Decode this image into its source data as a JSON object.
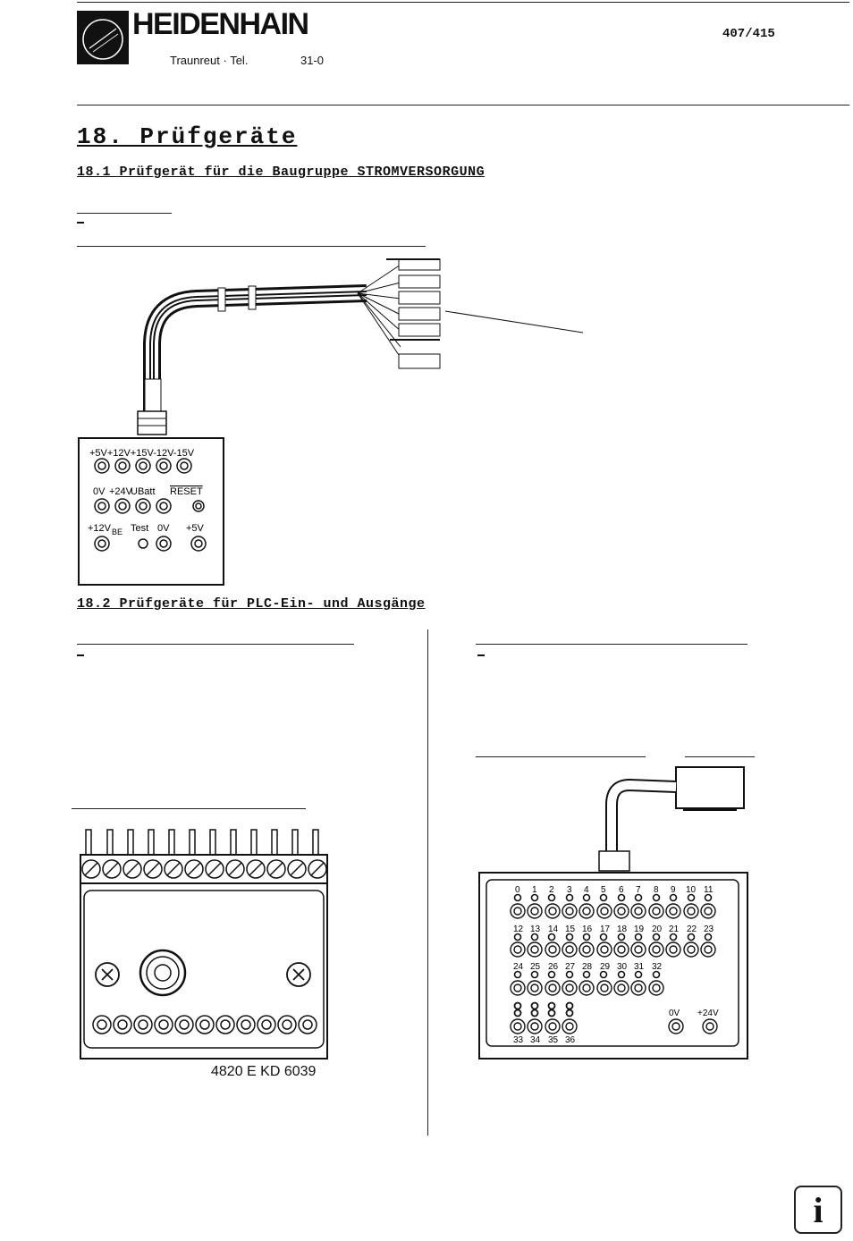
{
  "header": {
    "brand": "HEIDENHAIN",
    "location": "Traunreut · Tel.",
    "phone_suffix": "31-0",
    "doc_number": "407/415"
  },
  "section": {
    "title": "18. Prüfgeräte"
  },
  "subsection_1": {
    "title": "18.1 Prüfgerät für die Baugruppe STROMVERSORGUNG"
  },
  "power_tester": {
    "row1_labels": "+5V+12V+15V-12V-15V",
    "row2_labels": [
      "0V",
      "+24V",
      "UBatt",
      "RESET"
    ],
    "row3_labels": [
      "+12V",
      "BE",
      "Test",
      "0V",
      "+5V"
    ]
  },
  "subsection_2": {
    "title": "18.2 Prüfgeräte für PLC-Ein- und Ausgänge"
  },
  "plc_left": {
    "part_number": "4820 E KD 6039"
  },
  "plc_right": {
    "row1": [
      "0",
      "1",
      "2",
      "3",
      "4",
      "5",
      "6",
      "7",
      "8",
      "9",
      "10",
      "11"
    ],
    "row2": [
      "12",
      "13",
      "14",
      "15",
      "16",
      "17",
      "18",
      "19",
      "20",
      "21",
      "22",
      "23"
    ],
    "row3": [
      "24",
      "25",
      "26",
      "27",
      "28",
      "29",
      "30",
      "31",
      "32"
    ],
    "row4": [
      "33",
      "34",
      "35",
      "36"
    ],
    "supply": [
      "0V",
      "+24V"
    ]
  },
  "info_button": {
    "label": "i"
  }
}
